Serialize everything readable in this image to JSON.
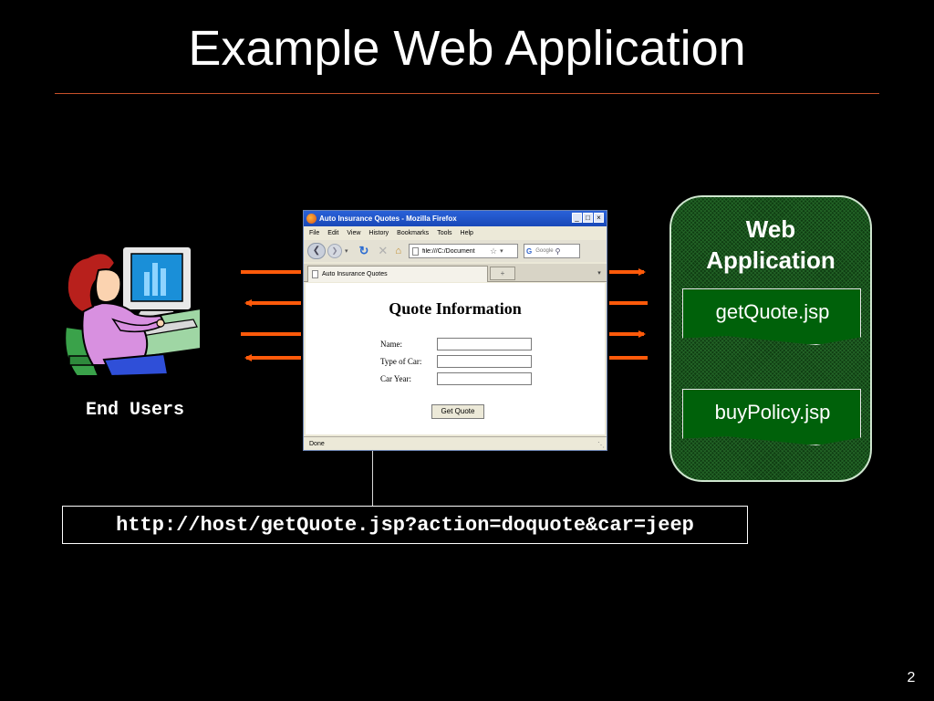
{
  "slide": {
    "title": "Example Web Application",
    "number": "2"
  },
  "user": {
    "label": "End Users"
  },
  "browser": {
    "window_title": "Auto Insurance Quotes - Mozilla Firefox",
    "window_buttons": [
      "_",
      "□",
      "×"
    ],
    "menu": [
      "File",
      "Edit",
      "View",
      "History",
      "Bookmarks",
      "Tools",
      "Help"
    ],
    "url": "file:///C:/Document",
    "search_engine": "G",
    "search_placeholder": "Google",
    "tab_title": "Auto Insurance Quotes",
    "new_tab": "+",
    "tab_menu": "▾",
    "page": {
      "heading": "Quote Information",
      "fields": [
        {
          "label": "Name:",
          "value": ""
        },
        {
          "label": "Type of Car:",
          "value": ""
        },
        {
          "label": "Car Year:",
          "value": ""
        }
      ],
      "button": "Get Quote"
    },
    "status": "Done"
  },
  "request_url": "http://host/getQuote.jsp?action=doquote&car=jeep",
  "web_application": {
    "title_line1": "Web",
    "title_line2": "Application",
    "components": [
      "getQuote.jsp",
      "buyPolicy.jsp"
    ]
  },
  "colors": {
    "arrow": "#ff5a0a",
    "title_rule": "#c8502a",
    "app_fill": "#0f3d12",
    "component_fill": "#00610a"
  },
  "icons": {
    "user": "person-at-computer-icon",
    "firefox": "firefox-icon",
    "back": "back-arrow-icon",
    "forward": "forward-arrow-icon",
    "reload": "reload-icon",
    "stop": "stop-icon",
    "home": "home-icon",
    "bookmark_star": "star-icon",
    "search": "magnifier-icon"
  }
}
